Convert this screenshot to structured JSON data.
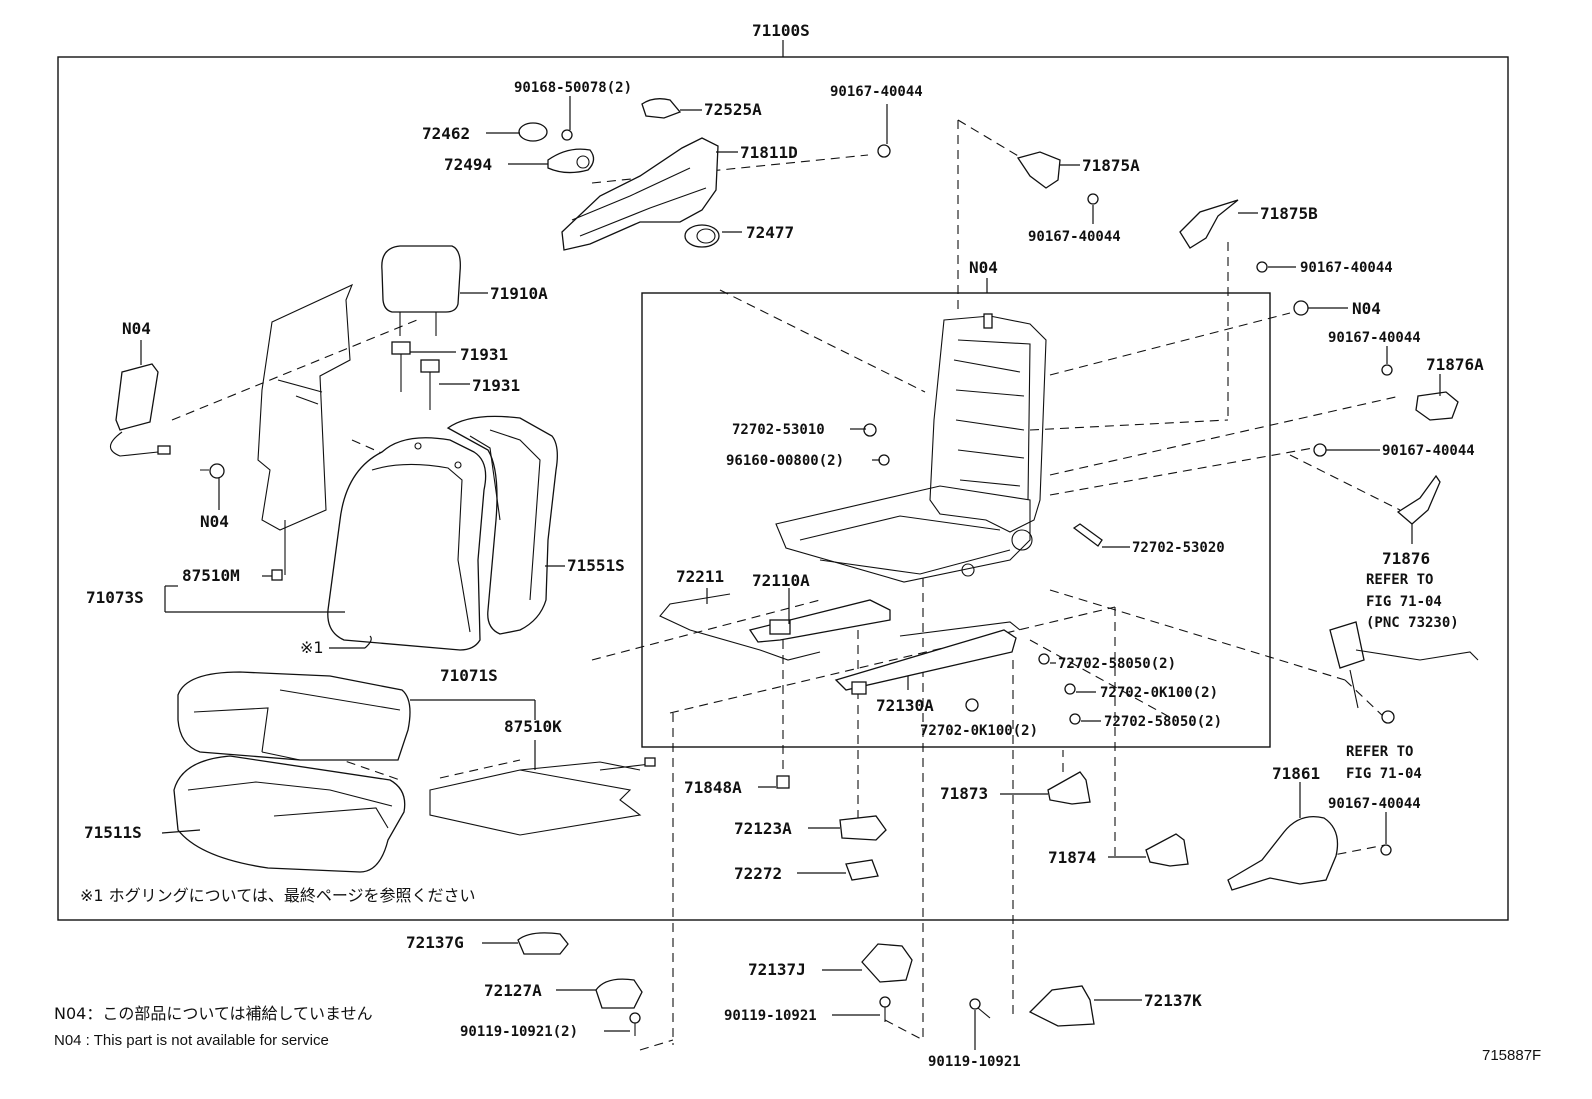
{
  "labels": {
    "top": "71100S",
    "l_90168": "90168-50078(2)",
    "l_72525A": "72525A",
    "l_90167a": "90167-40044",
    "l_72462": "72462",
    "l_71811D": "71811D",
    "l_72494": "72494",
    "l_72477": "72477",
    "l_71875A": "71875A",
    "l_90167b": "90167-40044",
    "l_71875B": "71875B",
    "l_90167c": "90167-40044",
    "l_N04_frame": "N04",
    "l_N04_r": "N04",
    "l_90167d": "90167-40044",
    "l_71876A": "71876A",
    "l_90167e": "90167-40044",
    "l_71910A": "71910A",
    "l_71931a": "71931",
    "l_71931b": "71931",
    "l_N04_a": "N04",
    "l_N04_b": "N04",
    "l_72702_53010": "72702-53010",
    "l_96160": "96160-00800(2)",
    "l_72702_53020": "72702-53020",
    "l_71876": "71876",
    "l_refer1": "REFER TO",
    "l_fig1": "FIG 71-04",
    "l_pnc": "(PNC 73230)",
    "l_87510M": "87510M",
    "l_71073S": "71073S",
    "l_71551S": "71551S",
    "l_72211": "72211",
    "l_72110A": "72110A",
    "l_ref1": "※1",
    "l_72702_58050a": "72702-58050(2)",
    "l_72702_0K100a": "72702-0K100(2)",
    "l_72130A": "72130A",
    "l_72702_58050b": "72702-58050(2)",
    "l_72702_0K100b": "72702-0K100(2)",
    "l_71071S": "71071S",
    "l_87510K": "87510K",
    "l_refer2": "REFER TO",
    "l_fig2": "FIG 71-04",
    "l_71848A": "71848A",
    "l_71873": "71873",
    "l_71861": "71861",
    "l_90167f": "90167-40044",
    "l_71511S": "71511S",
    "l_72123A": "72123A",
    "l_71874": "71874",
    "l_72272": "72272",
    "l_72137G": "72137G",
    "l_72137J": "72137J",
    "l_72127A": "72127A",
    "l_72137K": "72137K",
    "l_90119a": "90119-10921",
    "l_90119b": "90119-10921(2)",
    "l_90119c": "90119-10921"
  },
  "notes": {
    "hog_ring_note": "※1 ホグリングについては、最終ページを参照ください",
    "n04_jp": "N04：この部品については補給していません",
    "n04_en": "N04 : This part is not available for service"
  },
  "figure_id": "715887F"
}
